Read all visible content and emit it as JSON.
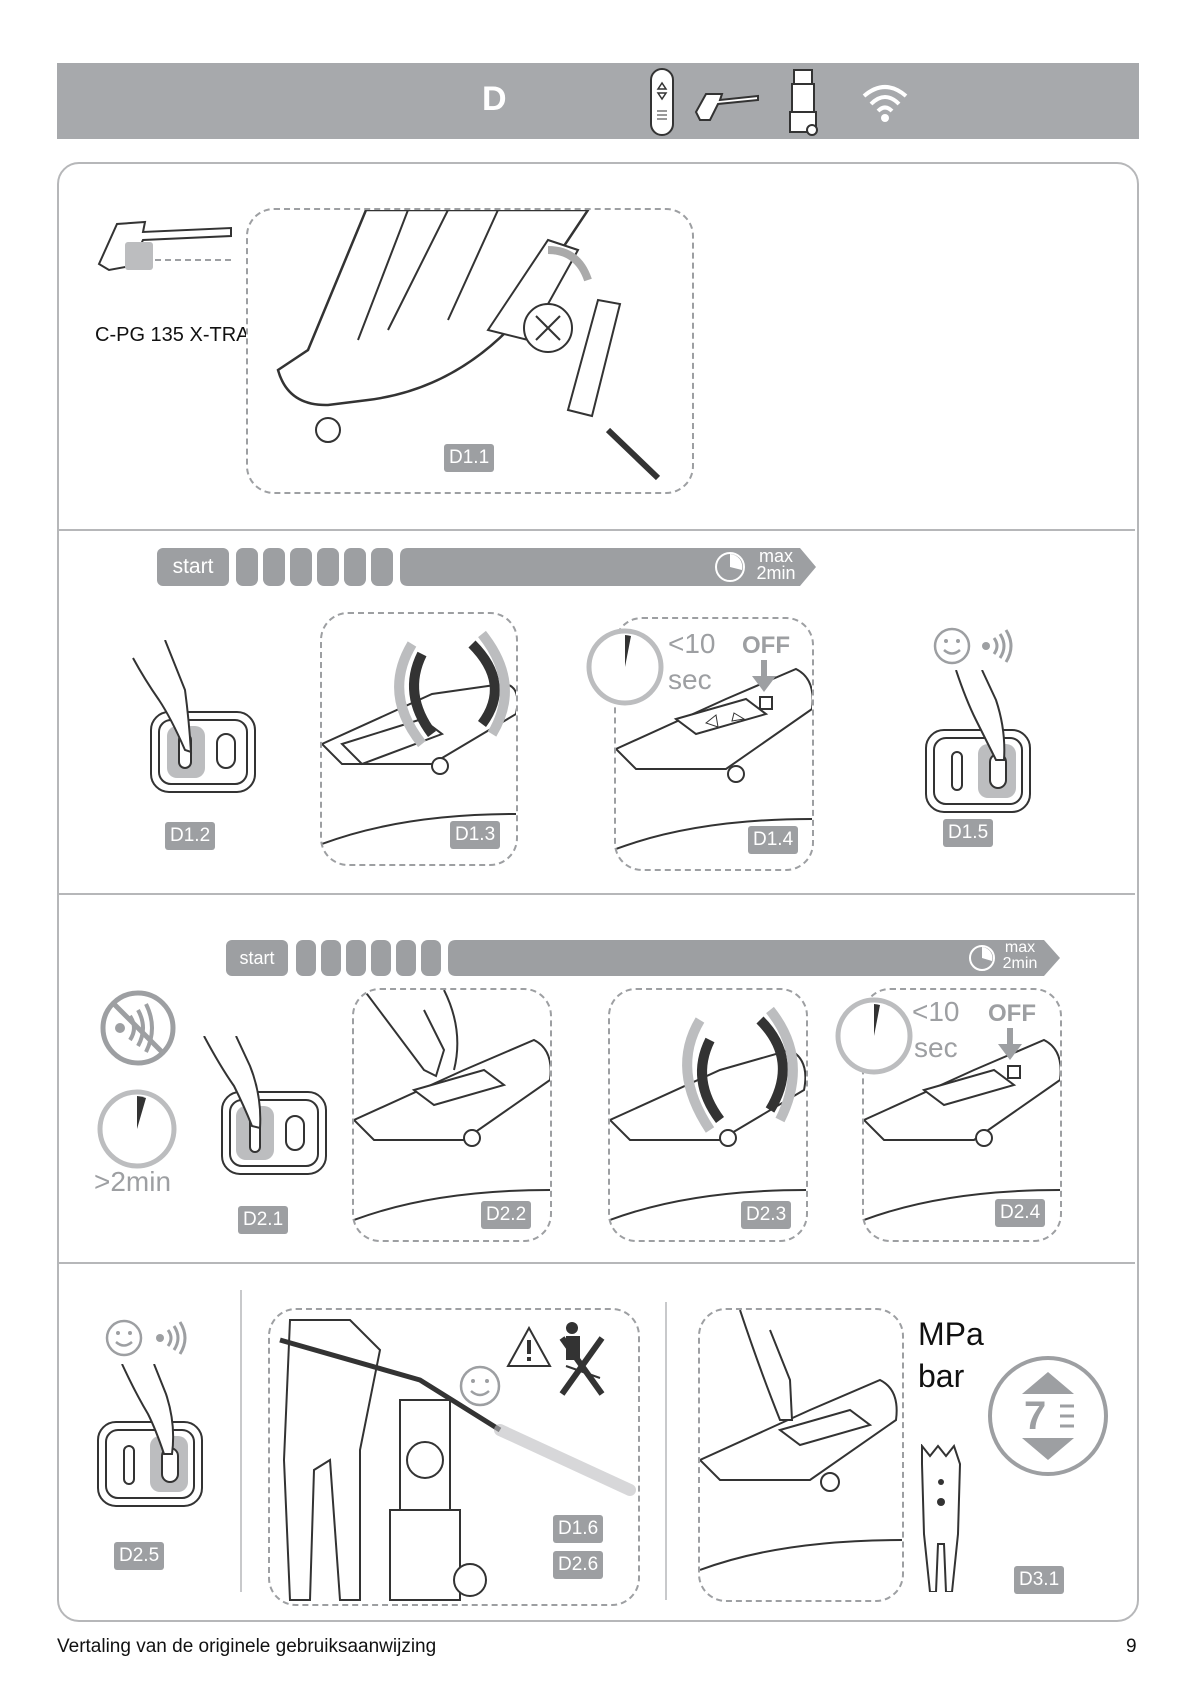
{
  "header": {
    "section_letter": "D",
    "icons": [
      "remote-control-icon",
      "spray-gun-icon",
      "pressure-washer-icon",
      "wireless-signal-icon"
    ],
    "color": "#a7a9ac"
  },
  "section1": {
    "model": "C-PG 135 X-TRA",
    "step": "D1.1"
  },
  "section2": {
    "bar": {
      "start": "start",
      "max_line1": "max",
      "max_line2": "2min",
      "segments": 6
    },
    "steps": [
      "D1.2",
      "D1.3",
      "D1.4",
      "D1.5"
    ],
    "timer": {
      "value": "<10",
      "unit": "sec",
      "state": "OFF"
    }
  },
  "section3": {
    "bar": {
      "start": "start",
      "max_line1": "max",
      "max_line2": "2min",
      "segments": 6
    },
    "idle_time": ">2min",
    "steps": [
      "D2.1",
      "D2.2",
      "D2.3",
      "D2.4"
    ],
    "timer": {
      "value": "<10",
      "unit": "sec",
      "state": "OFF"
    }
  },
  "section4": {
    "steps": [
      "D2.5",
      "D1.6",
      "D2.6",
      "D3.1"
    ],
    "units": {
      "pressure1": "MPa",
      "pressure2": "bar"
    },
    "dial": "7"
  },
  "footer": {
    "text": "Vertaling van de originele gebruiksaanwijzing",
    "page": "9"
  }
}
